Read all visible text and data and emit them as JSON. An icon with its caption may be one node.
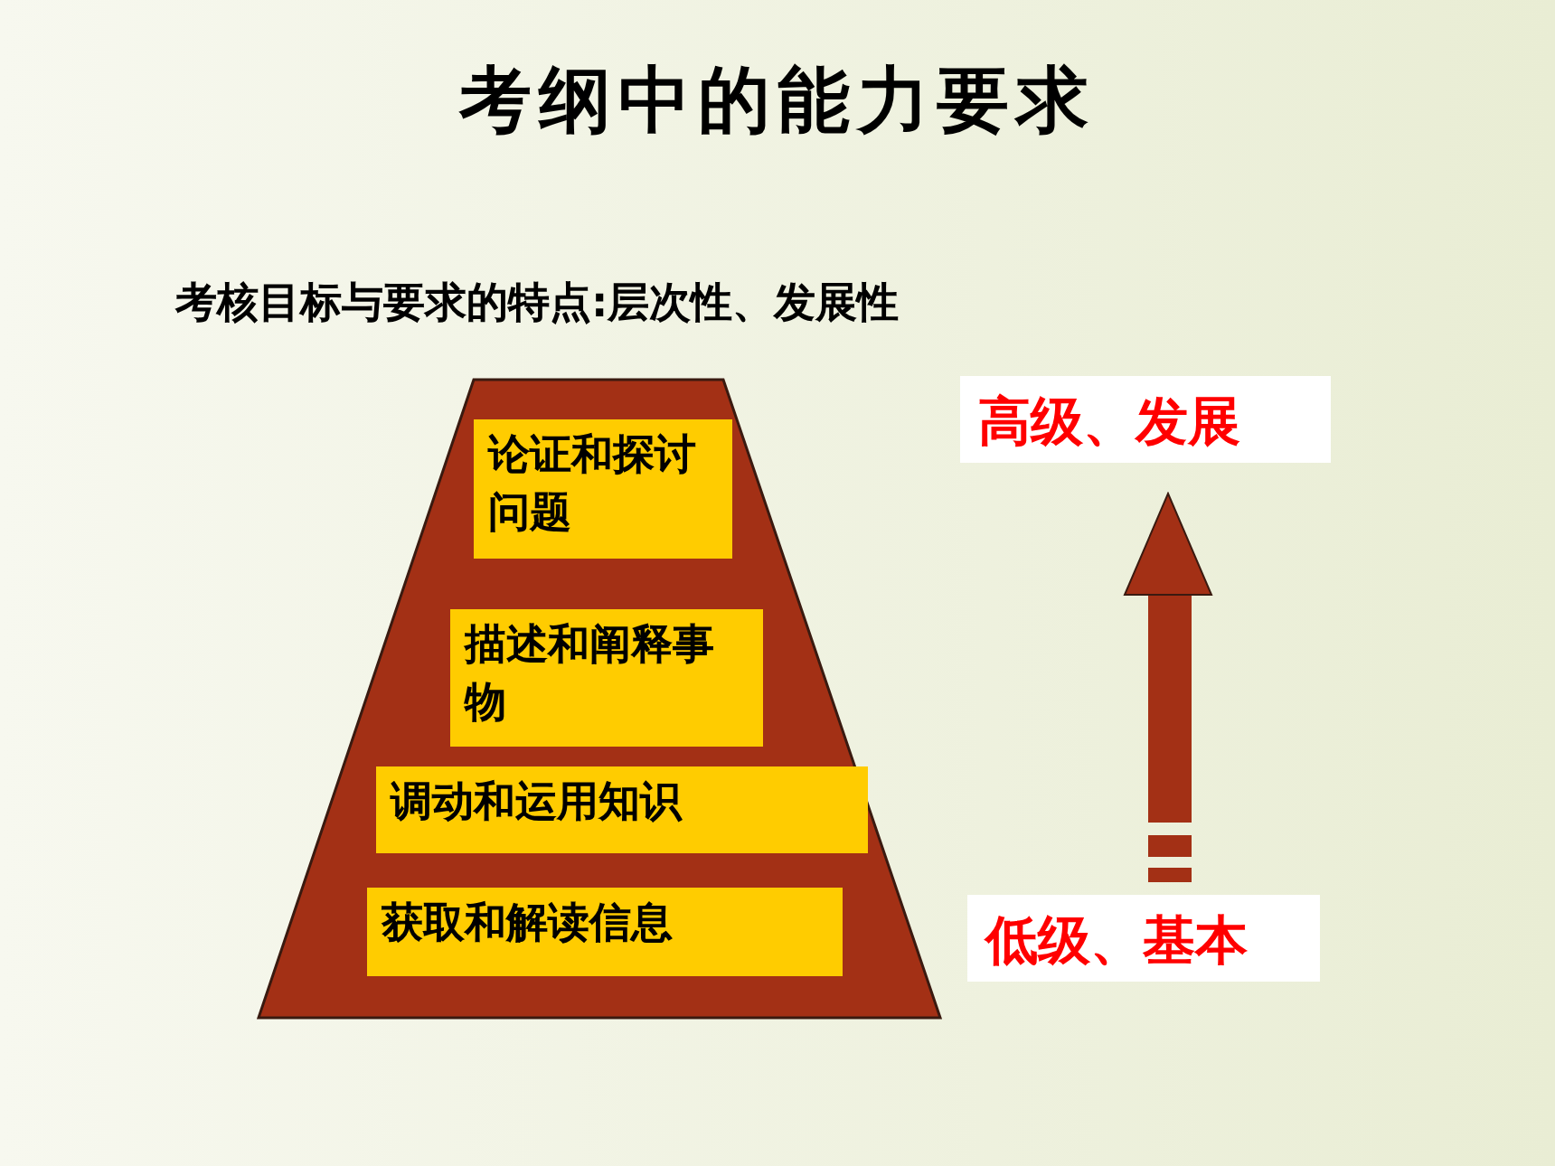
{
  "diagram": {
    "title": "考纲中的能力要求",
    "nodes": [
      {
        "text": [],
        "shape": "trapezoid"
      },
      {
        "text": [
          "论证和探讨问题"
        ],
        "in": 0
      },
      {
        "text": [
          "描述和阐释事物"
        ],
        "in": 0
      },
      {
        "text": [
          "调动和运用知识"
        ],
        "in": 0
      },
      {
        "text": [
          "获取和解读信息"
        ],
        "in": 0
      },
      {
        "text": [
          "高级、发展"
        ]
      },
      {
        "text": [
          "低级、基本"
        ]
      }
    ],
    "edges": [
      {
        "from": 6,
        "to": 5,
        "arrow": "to"
      }
    ],
    "labels": [
      "考核目标与要求的特点:层次性、发展性"
    ]
  }
}
